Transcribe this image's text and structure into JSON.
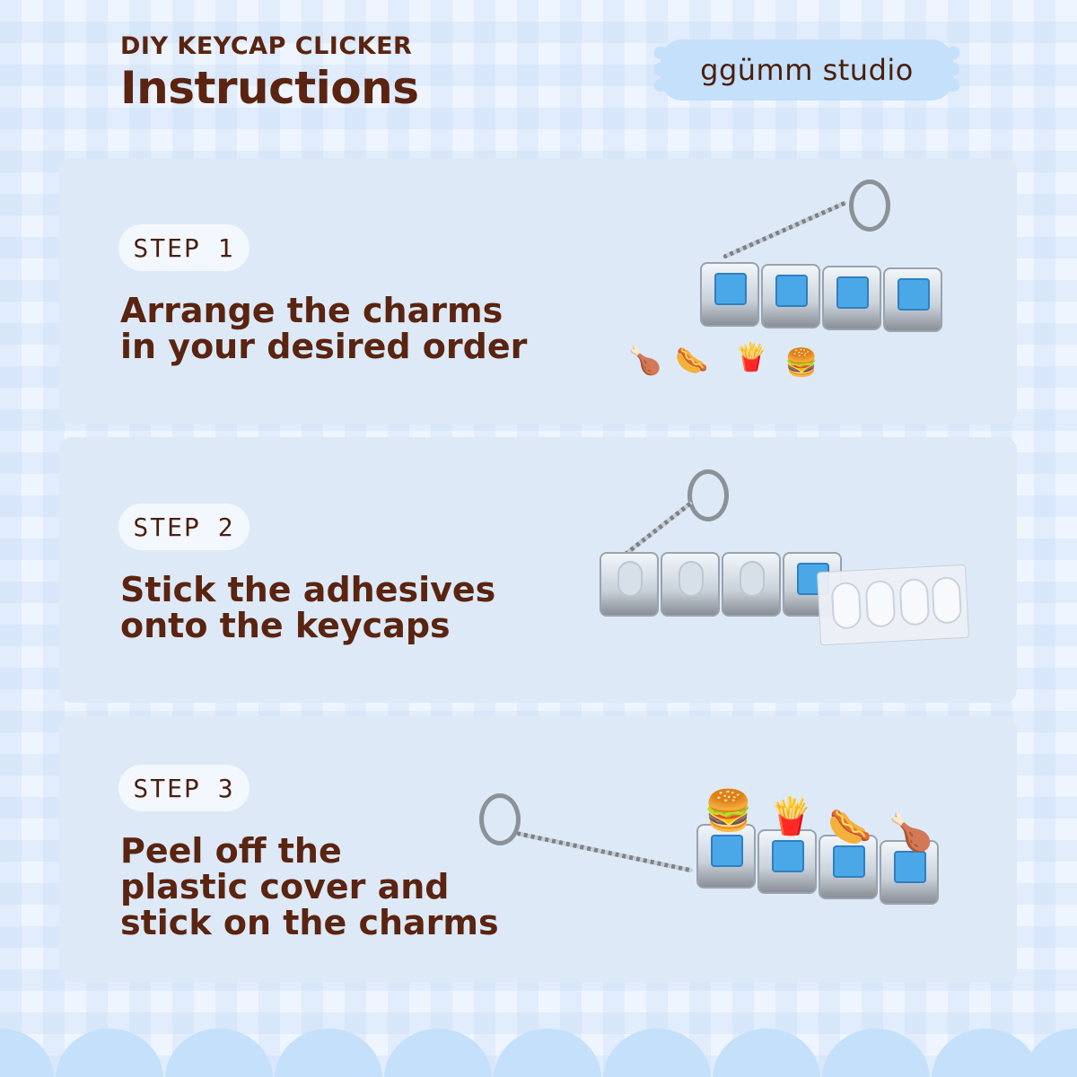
{
  "header": {
    "subtitle": "DIY KEYCAP CLICKER",
    "title": "Instructions"
  },
  "brand": {
    "name": "ggümm studio"
  },
  "steps": [
    {
      "label": "STEP 1",
      "text": "Arrange the charms\nin your desired order"
    },
    {
      "label": "STEP 2",
      "text": "Stick the adhesives\nonto the keycaps"
    },
    {
      "label": "STEP 3",
      "text": "Peel off the\nplastic cover and\nstick on the charms"
    }
  ],
  "icons": {
    "charms": [
      "chicken-drumstick-icon",
      "hotdog-icon",
      "fries-icon",
      "burger-icon"
    ]
  },
  "colors": {
    "background": "#eef5ff",
    "card": "#dde9f7",
    "brand_badge": "#c4e0fb",
    "text": "#5a2410",
    "switch_blue": "#4aa8e8"
  }
}
